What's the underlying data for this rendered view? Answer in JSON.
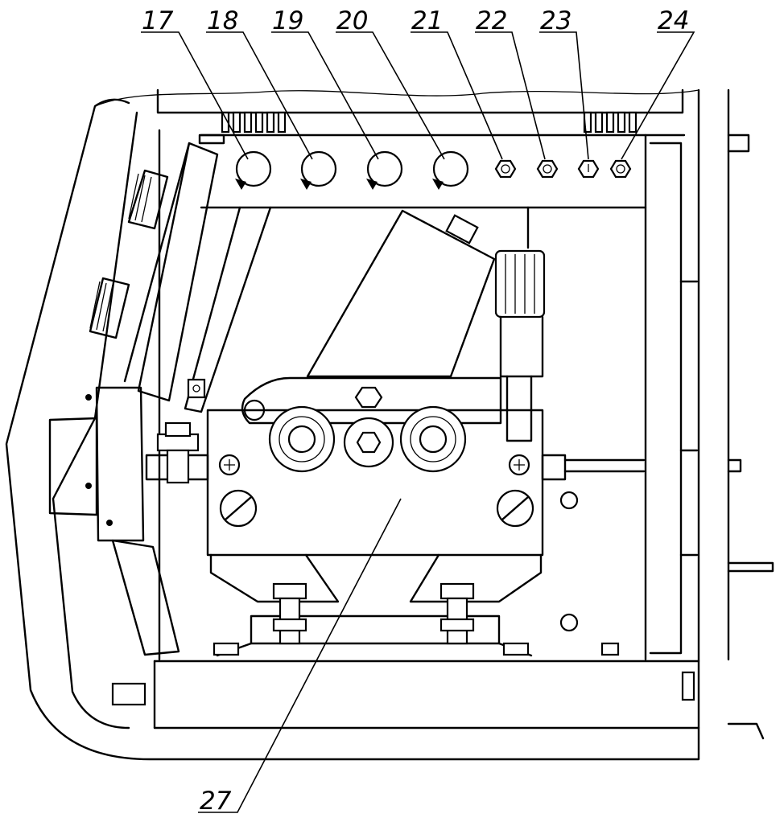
{
  "callouts": {
    "c17": "17",
    "c18": "18",
    "c19": "19",
    "c20": "20",
    "c21": "21",
    "c22": "22",
    "c23": "23",
    "c24": "24",
    "c27": "27"
  },
  "colors": {
    "line": "#000000",
    "background": "#ffffff"
  }
}
